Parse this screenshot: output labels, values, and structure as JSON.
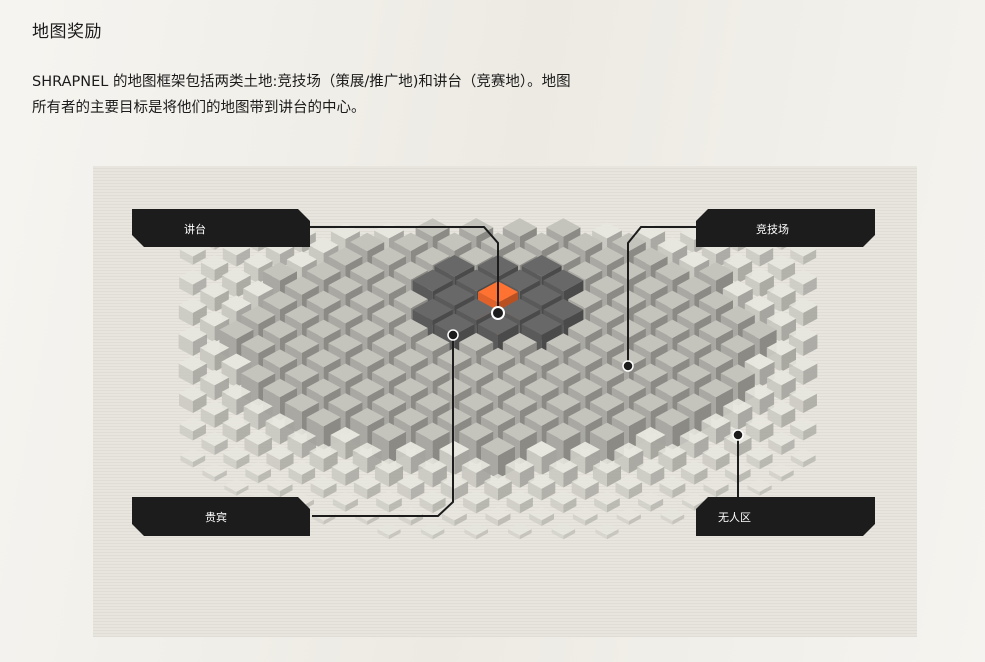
{
  "title": "地图奖励",
  "description": {
    "line1": "SHRAPNEL 的地图框架包括两类土地:竞技场（策展/推广地)和讲台（竞赛地）。地图",
    "line2": "所有者的主要目标是将他们的地图带到讲台的中心。"
  },
  "callouts": [
    {
      "id": "podium",
      "label": "讲台"
    },
    {
      "id": "arena",
      "label": "竞技场"
    },
    {
      "id": "vip",
      "label": "贵宾"
    },
    {
      "id": "no-mans-land",
      "label": "无人区"
    }
  ],
  "colors": {
    "callout_bg": "#1c1c1c",
    "center_tile": "#e0622a",
    "inner_ring": "#5a5a5a",
    "arena_tiles": "#a9a8a2",
    "outer_tiles": "#c9c8c1",
    "background": "#e7e5dd"
  }
}
